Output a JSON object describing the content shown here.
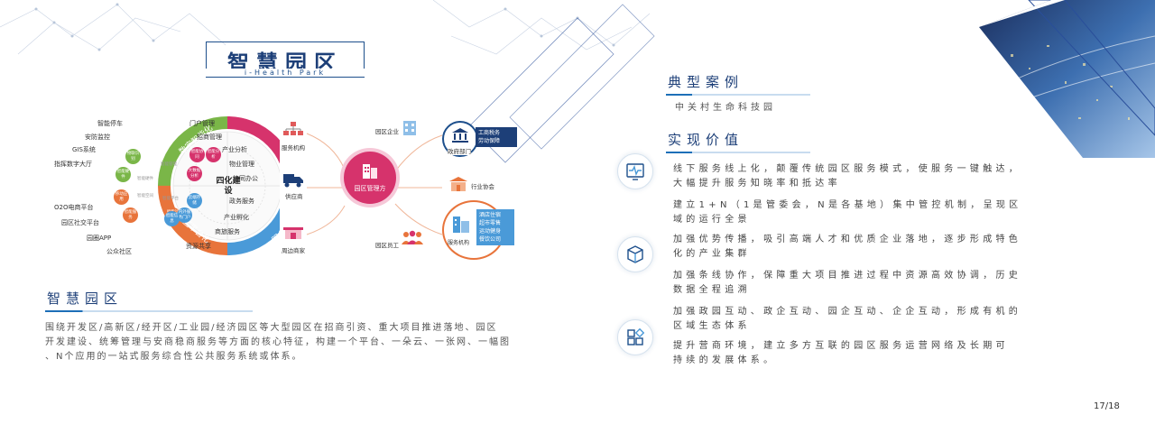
{
  "title": {
    "main": "智慧园区",
    "sub": "i-Health Park"
  },
  "wheel": {
    "center": "四化建设",
    "arcs": [
      {
        "label": "数字智能化",
        "color": "#7ab648"
      },
      {
        "label": "运营信息化",
        "color": "#d6336c"
      },
      {
        "label": "服务便捷化",
        "color": "#4a9ad8"
      },
      {
        "label": "社区平台化",
        "color": "#e8743b"
      }
    ],
    "ring_labels": [
      "智能停车",
      "安防监控",
      "GIS系统",
      "指挥数字大厅",
      "门户管理",
      "招商管理",
      "产业分析",
      "物业管理",
      "协同办公",
      "O2O电商平台",
      "园区社交平台",
      "园圈APP",
      "公众社区",
      "政务服务",
      "产业孵化",
      "商旅服务",
      "资源共享"
    ],
    "inner_nodes": [
      {
        "label": "物联识别",
        "color": "#7ab648"
      },
      {
        "label": "智能硬件",
        "color": "#7ab648"
      },
      {
        "label": "智能协同",
        "color": "#d6336c"
      },
      {
        "label": "智能分析",
        "color": "#d6336c"
      },
      {
        "label": "大数据分析",
        "color": "#d6336c"
      },
      {
        "label": "移动应用",
        "color": "#e8743b"
      },
      {
        "label": "智能服务",
        "color": "#e8743b"
      },
      {
        "label": "智能运营",
        "color": "#e8743b"
      },
      {
        "label": "云端存储",
        "color": "#4a9ad8"
      },
      {
        "label": "内外服务门户",
        "color": "#4a9ad8"
      },
      {
        "label": "智能信息",
        "color": "#4a9ad8"
      }
    ],
    "inner_small": [
      "智能硬件",
      "智能管理",
      "智能空间",
      "智能平台"
    ]
  },
  "flow": {
    "center": "园区管理方",
    "left": [
      "服务机构",
      "供应商",
      "周边商家"
    ],
    "right_top": [
      "园区企业",
      "政府部门"
    ],
    "gov_box": [
      "工商税务",
      "劳动保障"
    ],
    "right_mid": "行业协会",
    "right_bottom": [
      "园区员工",
      "服务机构"
    ],
    "service_box": [
      "酒店住宿",
      "超市零售",
      "运动健身",
      "餐饮公司"
    ]
  },
  "left_section": {
    "heading": "智慧园区",
    "text": [
      "围绕开发区/高新区/经开区/工业园/经济园区等大型园区在招商引资、重大项目推进落地、园区",
      "开发建设、统筹管理与安商稳商服务等方面的核心特征，构建一个平台、一朵云、一张网、一幅图",
      "、N个应用的一站式服务综合性公共服务系统或体系。"
    ]
  },
  "right_section": {
    "case_heading": "典型案例",
    "case_name": "中关村生命科技园",
    "value_heading": "实现价值",
    "items": [
      [
        "线下服务线上化，颠覆传统园区服务模式，使服务一键触达，",
        "大幅提升服务知晓率和抵达率"
      ],
      [
        "建立1+N（1是管委会，N是各基地）集中管控机制，呈现区",
        "域的运行全景"
      ],
      [
        "加强优势传播，吸引高端人才和优质企业落地，逐步形成特色",
        "化的产业集群"
      ],
      [
        "加强条线协作，保障重大项目推进过程中资源高效协调，历史",
        "数据全程追溯"
      ],
      [
        "加强政园互动、政企互动、园企互动、企企互动，形成有机的",
        "区域生态体系"
      ],
      [
        "提升营商环境，建立多方互联的园区服务运营网络及长期可",
        "持续的发展体系。"
      ]
    ]
  },
  "page_number": "17/18",
  "colors": {
    "primary": "#1d3f78",
    "accent": "#1d6fb8"
  }
}
